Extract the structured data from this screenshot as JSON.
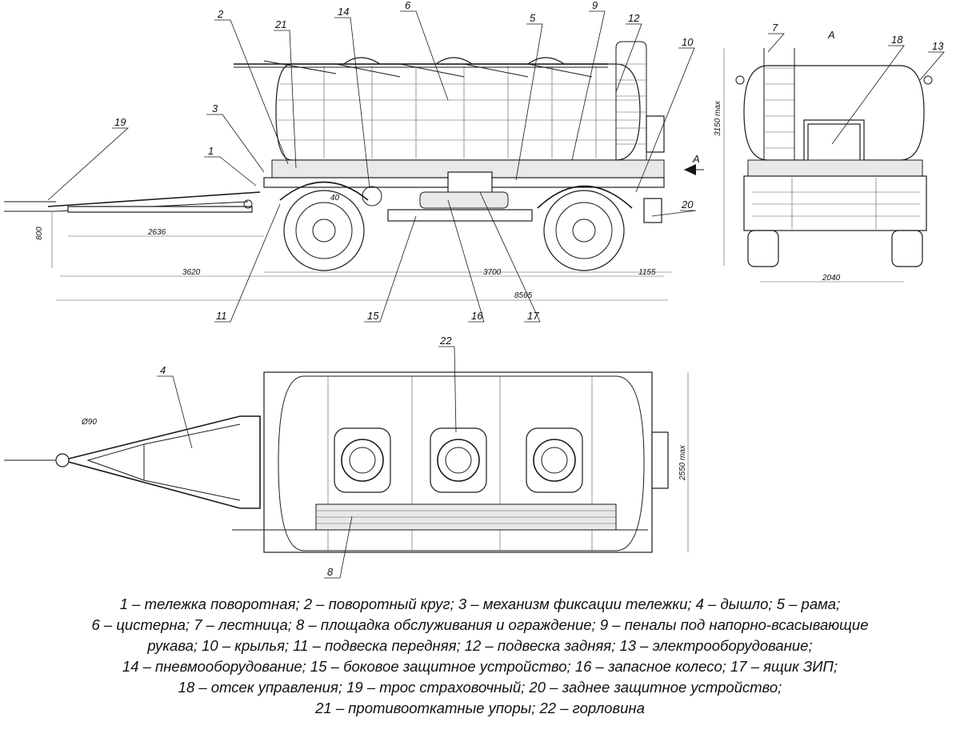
{
  "callouts": {
    "side": [
      "2",
      "21",
      "14",
      "6",
      "5",
      "9",
      "12",
      "10",
      "19",
      "3",
      "1",
      "20",
      "11",
      "15",
      "16",
      "17"
    ],
    "front": [
      "7",
      "А",
      "18",
      "13"
    ],
    "top": [
      "4",
      "22",
      "8"
    ]
  },
  "section_arrow": "А",
  "dimensions": {
    "d800": "800",
    "d2636": "2636",
    "d3620": "3620",
    "d3700": "3700",
    "d1155": "1155",
    "d8565": "8565",
    "d3150": "3150 max",
    "d2040": "2040",
    "d2550": "2550 max",
    "d90": "Ø90",
    "d40": "40"
  },
  "legend": [
    "1 – тележка поворотная; 2 – поворотный круг; 3 – механизм фиксации тележки; 4 – дышло; 5 – рама;",
    "6 – цистерна; 7 – лестница; 8 – площадка обслуживания и ограждение; 9 – пеналы под напорно-всасывающие",
    "рукава; 10 – крылья; 11 – подвеска передняя; 12 – подвеска задняя; 13 – электрооборудование;",
    "14 – пневмооборудование; 15 – боковое защитное устройство; 16 – запасное колесо; 17 – ящик ЗИП;",
    "18 – отсек управления; 19 – трос страховочный; 20 – заднее защитное устройство;",
    "21 – противооткатные упоры; 22 – горловина"
  ]
}
